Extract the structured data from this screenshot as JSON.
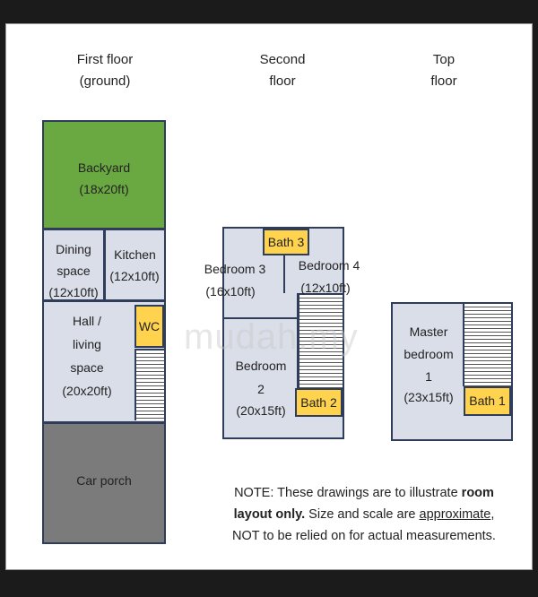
{
  "headings": {
    "first_1": "First floor",
    "first_2": "(ground)",
    "second_1": "Second",
    "second_2": "floor",
    "top_1": "Top",
    "top_2": "floor"
  },
  "ground": {
    "backyard_name": "Backyard",
    "backyard_size": "(18x20ft)",
    "dining_1": "Dining",
    "dining_2": "space",
    "dining_size": "(12x10ft)",
    "kitchen_name": "Kitchen",
    "kitchen_size": "(12x10ft)",
    "hall_1": "Hall /",
    "hall_2": "living",
    "hall_3": "space",
    "hall_size": "(20x20ft)",
    "wc": "WC",
    "car_porch": "Car porch"
  },
  "second": {
    "bath3": "Bath 3",
    "bedroom3_name": "Bedroom 3",
    "bedroom3_size": "(16x10ft)",
    "bedroom4_name": "Bedroom 4",
    "bedroom4_size": "(12x10ft)",
    "bedroom2_1": "Bedroom",
    "bedroom2_2": "2",
    "bedroom2_size": "(20x15ft)",
    "bath2": "Bath 2"
  },
  "top": {
    "master_1": "Master",
    "master_2": "bedroom",
    "master_3": "1",
    "master_size": "(23x15ft)",
    "bath1": "Bath 1"
  },
  "watermark": "mudah.my",
  "note": {
    "p1": "NOTE: These drawings are to illustrate ",
    "b1": "room",
    "b2": "layout only.",
    "p2": " Size and scale are ",
    "u1": "approximate",
    "p3": ",",
    "line3": "NOT to be relied on for actual measurements."
  },
  "colors": {
    "green": "#6aa842",
    "porch": "#7b7b7b",
    "room": "#d9dee8",
    "yellow": "#ffd34d",
    "outline": "#2f3c5a"
  }
}
